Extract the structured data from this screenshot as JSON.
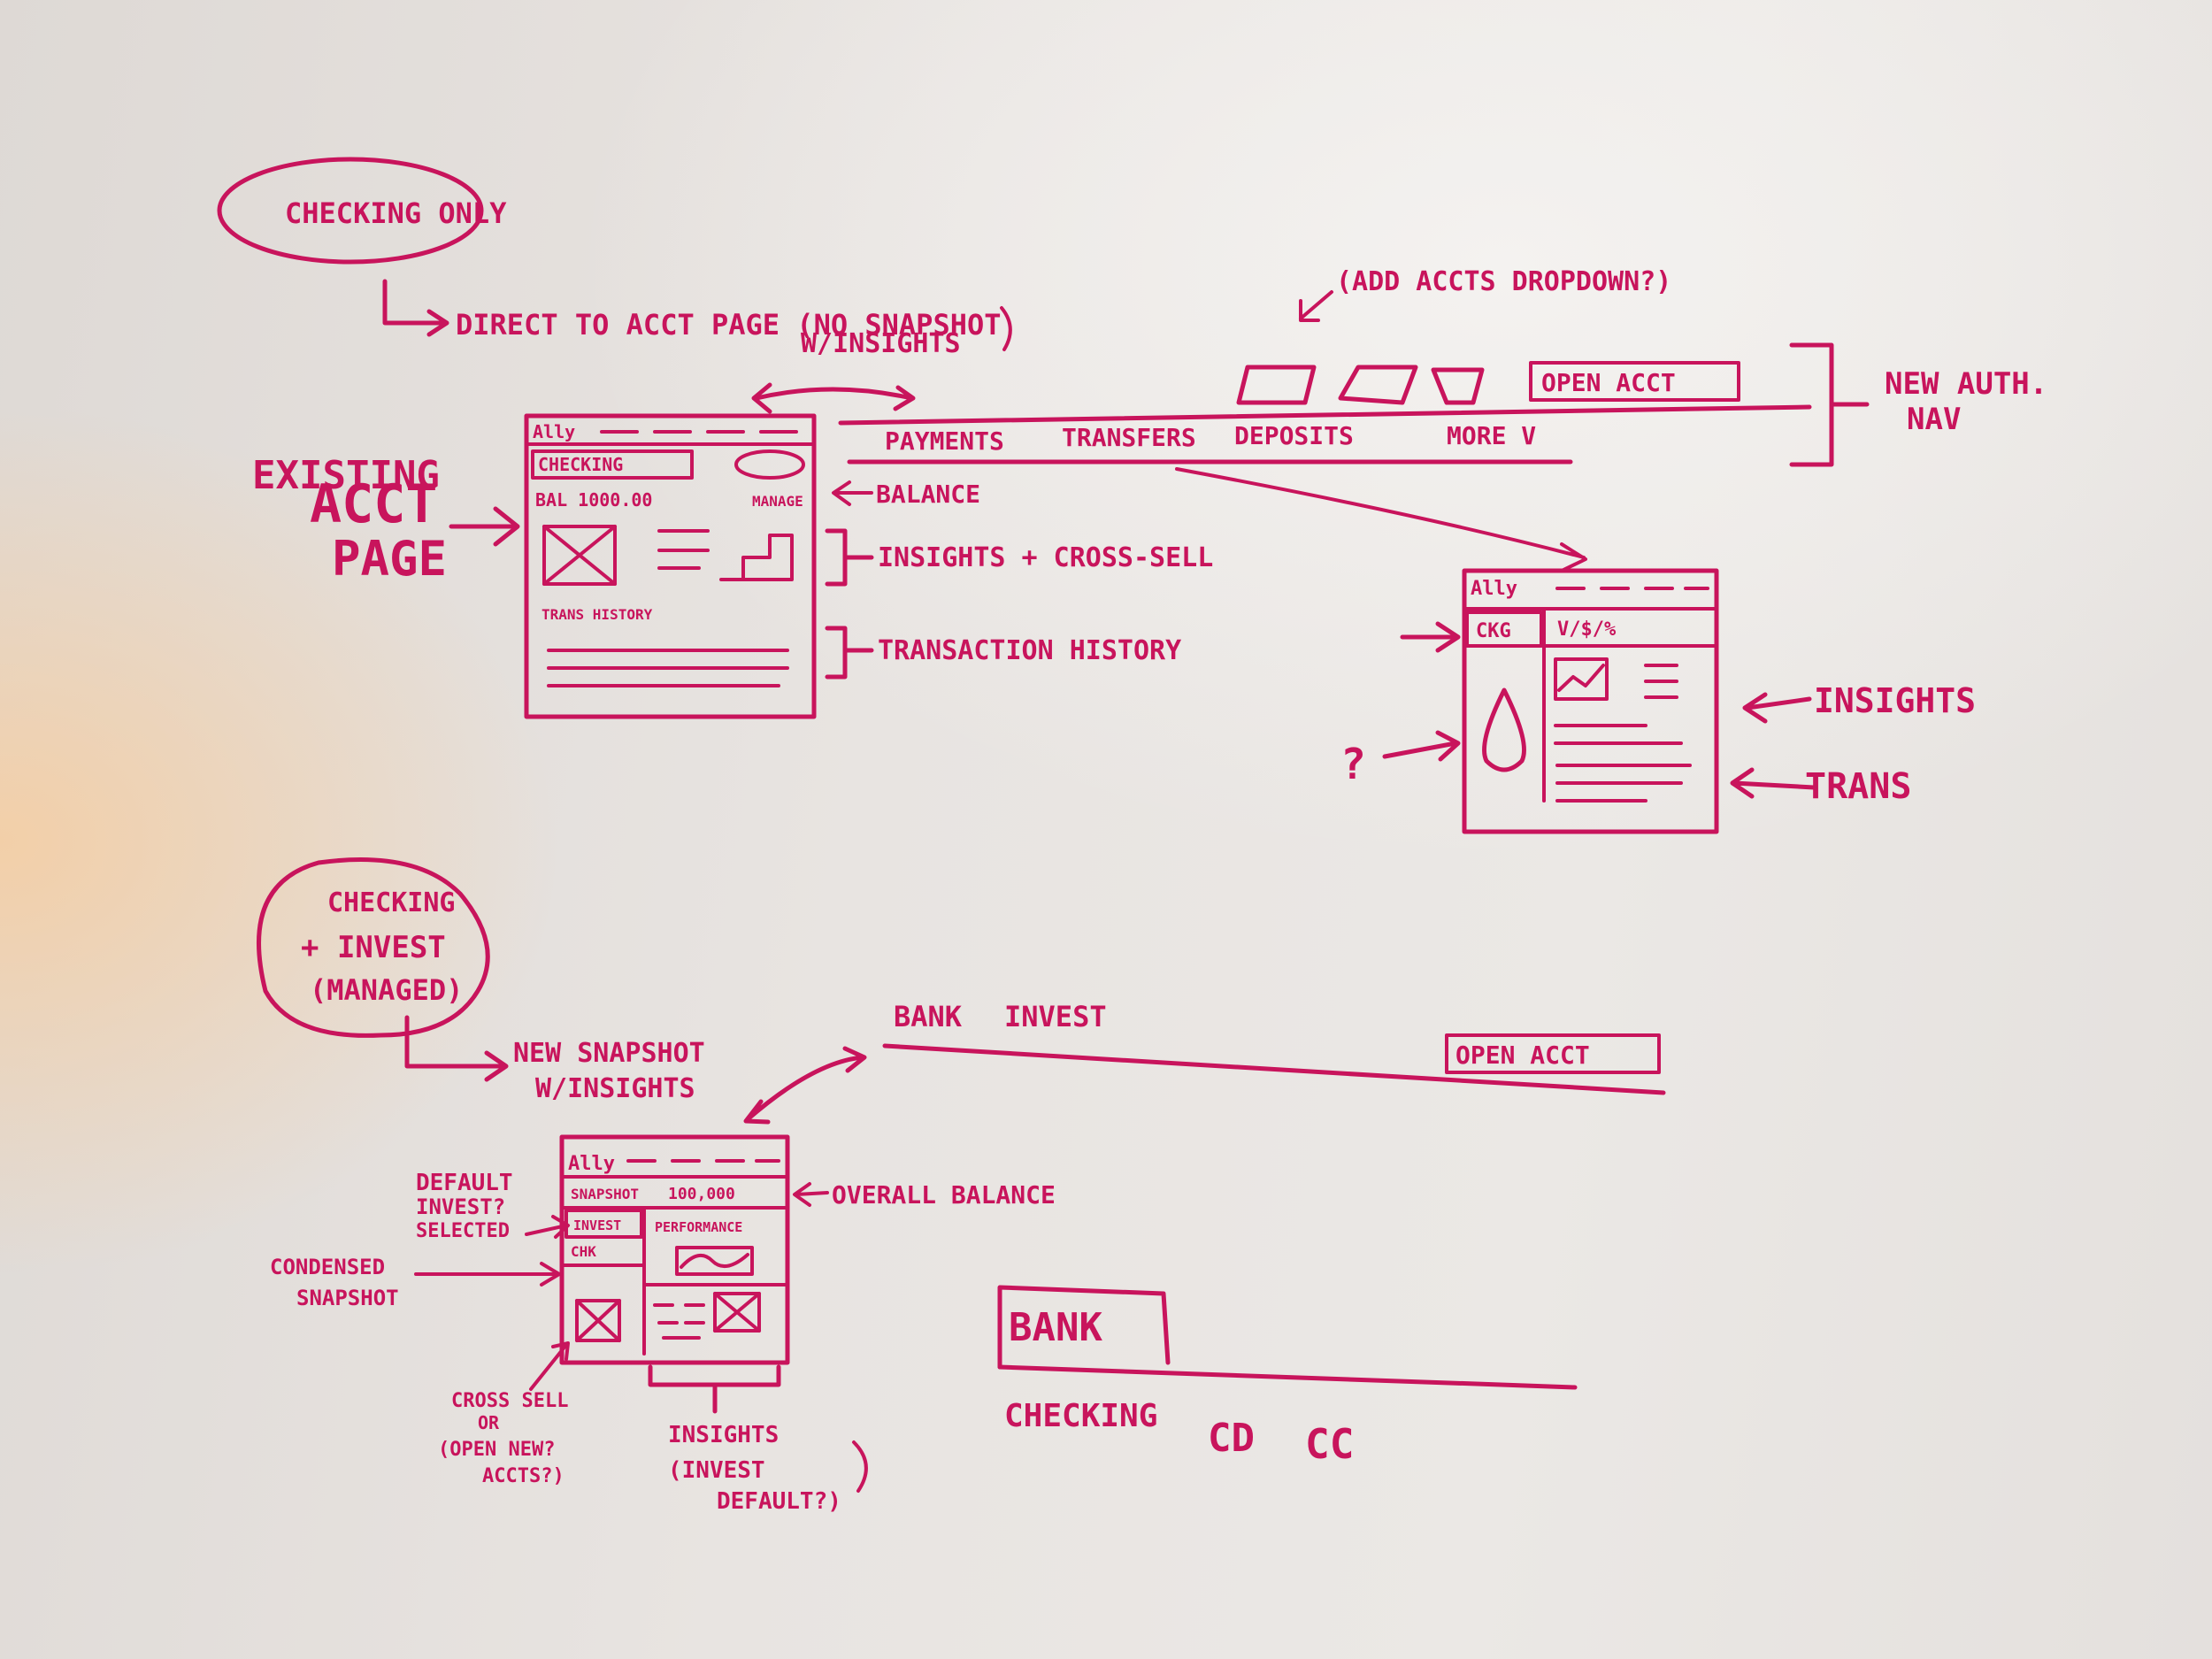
{
  "page": "whiteboard-sketch",
  "colors": {
    "ink": "#c8145c",
    "board": "#e7e3e0"
  },
  "sections": {
    "checking_only": {
      "label": "CHECKING ONLY",
      "flow": "DIRECT TO ACCT PAGE (NO SNAPSHOT",
      "flow2": "W/INSIGHTS",
      "existing_label": [
        "EXISTING",
        "ACCT",
        "PAGE"
      ],
      "mockup": {
        "logo": "Ally",
        "tab": "CHECKING",
        "bal": "BAL 1000.00",
        "manage": "MANAGE",
        "history": "TRANS HISTORY"
      },
      "annotations": {
        "balance": "BALANCE",
        "insights": "INSIGHTS + CROSS-SELL",
        "transaction": "TRANSACTION HISTORY"
      },
      "nav": {
        "dropdown_note": "(ADD ACCTS DROPDOWN?)",
        "open_acct": "OPEN ACCT",
        "items": [
          "PAYMENTS",
          "TRANSFERS",
          "DEPOSITS",
          "MORE V"
        ],
        "new_auth_nav": [
          "NEW AUTH.",
          "NAV"
        ]
      },
      "new_mockup": {
        "logo": "Ally",
        "left_tab": "CKG",
        "right_tab": "V/$/%",
        "insights": "INSIGHTS",
        "trans": "TRANS",
        "question": "?"
      }
    },
    "checking_invest": {
      "label": [
        "CHECKING",
        "+ INVEST",
        "(MANAGED)"
      ],
      "flow": [
        "NEW SNAPSHOT",
        "W/INSIGHTS"
      ],
      "nav_items": [
        "BANK",
        "INVEST"
      ],
      "open_acct": "OPEN ACCT",
      "mockup": {
        "logo": "Ally",
        "snapshot": "SNAPSHOT",
        "amount": "100,000",
        "invest_tab": "INVEST",
        "ck_tab": "CHK",
        "perf": "PERFORMANCE"
      },
      "annotations": {
        "overall_balance": "OVERALL BALANCE",
        "condensed": [
          "CONDENSED",
          "SNAPSHOT"
        ],
        "default_invest": [
          "DEFAULT",
          "INVEST?",
          "SELECTED"
        ],
        "cross_sell": [
          "CROSS SELL",
          "OR",
          "(OPEN NEW?",
          "ACCTS?)"
        ],
        "insights_default": [
          "INSIGHTS",
          "(INVEST",
          "DEFAULT?)"
        ]
      },
      "bank_tab": {
        "label": "BANK",
        "items": [
          "CHECKING",
          "CD",
          "CC"
        ]
      }
    }
  }
}
